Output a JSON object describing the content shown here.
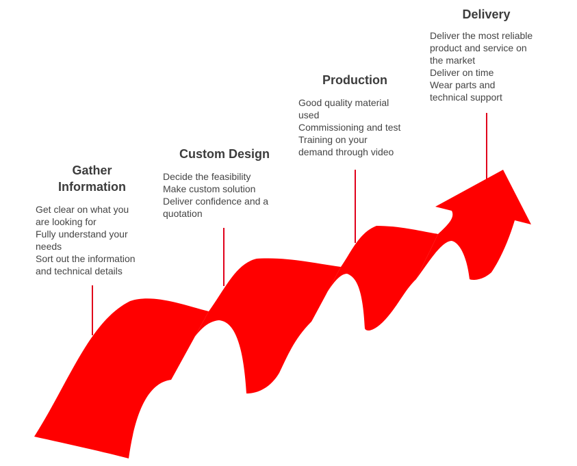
{
  "colors": {
    "ribbon": "#ff0000",
    "connector": "#e0001a",
    "title": "#3c3c3c",
    "body": "#444444"
  },
  "steps": [
    {
      "title_line1": "Gather",
      "title_line2": "Information",
      "lines": [
        "Get clear on what you",
        "are looking for",
        "Fully understand your",
        "needs",
        "Sort out the information",
        "and technical details"
      ]
    },
    {
      "title_line1": "Custom Design",
      "lines": [
        "Decide the feasibility",
        "Make custom solution",
        "Deliver confidence and a",
        "quotation"
      ]
    },
    {
      "title_line1": "Production",
      "lines": [
        "Good quality material",
        "used",
        "Commissioning and test",
        "Training on your",
        "demand through video"
      ]
    },
    {
      "title_line1": "Delivery",
      "lines": [
        "Deliver the most reliable",
        "product and service on",
        "the market",
        "Deliver on time",
        "Wear parts and",
        "technical support"
      ]
    }
  ]
}
